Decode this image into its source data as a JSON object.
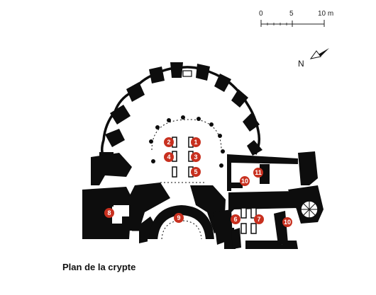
{
  "scale_bar": {
    "labels": [
      "0",
      "5",
      "10 m"
    ]
  },
  "north": {
    "label": "N"
  },
  "markers": [
    "1",
    "2",
    "3",
    "4",
    "5",
    "6",
    "7",
    "8",
    "9",
    "10",
    "11",
    "10"
  ],
  "caption": "Plan de la crypte",
  "colors": {
    "wall": "#0d0d0d",
    "marker": "#c8301f",
    "background": "#ffffff"
  }
}
